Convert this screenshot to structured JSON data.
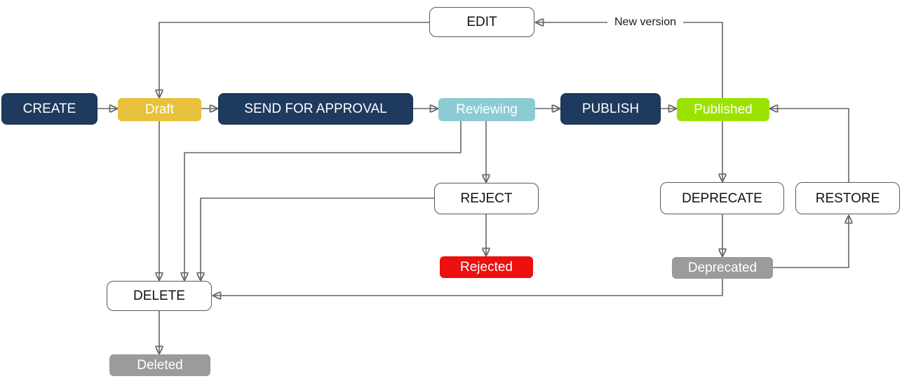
{
  "diagram": {
    "description": "Document lifecycle state diagram",
    "nodes": {
      "create": {
        "label": "CREATE",
        "kind": "action"
      },
      "draft": {
        "label": "Draft",
        "kind": "state"
      },
      "send_for_approval": {
        "label": "SEND FOR APPROVAL",
        "kind": "action"
      },
      "reviewing": {
        "label": "Reviewing",
        "kind": "state"
      },
      "publish": {
        "label": "PUBLISH",
        "kind": "action"
      },
      "published": {
        "label": "Published",
        "kind": "state"
      },
      "edit": {
        "label": "EDIT",
        "kind": "action"
      },
      "reject": {
        "label": "REJECT",
        "kind": "action"
      },
      "rejected": {
        "label": "Rejected",
        "kind": "state"
      },
      "deprecate": {
        "label": "DEPRECATE",
        "kind": "action"
      },
      "restore": {
        "label": "RESTORE",
        "kind": "action"
      },
      "deprecated": {
        "label": "Deprecated",
        "kind": "state"
      },
      "delete": {
        "label": "DELETE",
        "kind": "action"
      },
      "deleted": {
        "label": "Deleted",
        "kind": "state"
      }
    },
    "edge_labels": {
      "new_version": "New version"
    },
    "edges": [
      {
        "from": "create",
        "to": "draft",
        "label": ""
      },
      {
        "from": "draft",
        "to": "send_for_approval",
        "label": ""
      },
      {
        "from": "send_for_approval",
        "to": "reviewing",
        "label": ""
      },
      {
        "from": "reviewing",
        "to": "publish",
        "label": ""
      },
      {
        "from": "publish",
        "to": "published",
        "label": ""
      },
      {
        "from": "published",
        "to": "edit",
        "label": "New version"
      },
      {
        "from": "edit",
        "to": "draft",
        "label": ""
      },
      {
        "from": "draft",
        "to": "delete",
        "label": ""
      },
      {
        "from": "reviewing",
        "to": "delete",
        "label": ""
      },
      {
        "from": "reviewing",
        "to": "reject",
        "label": ""
      },
      {
        "from": "reject",
        "to": "delete",
        "label": ""
      },
      {
        "from": "reject",
        "to": "rejected",
        "label": ""
      },
      {
        "from": "published",
        "to": "deprecate",
        "label": ""
      },
      {
        "from": "deprecate",
        "to": "deprecated",
        "label": ""
      },
      {
        "from": "deprecated",
        "to": "restore",
        "label": ""
      },
      {
        "from": "restore",
        "to": "published",
        "label": ""
      },
      {
        "from": "deprecated",
        "to": "delete",
        "label": ""
      },
      {
        "from": "delete",
        "to": "deleted",
        "label": ""
      }
    ],
    "colors": {
      "action_bg": "#1F3A5F",
      "draft_bg": "#E8C23C",
      "reviewing_bg": "#8CCBD4",
      "published_bg": "#9CE201",
      "rejected_bg": "#EC1010",
      "gray_state_bg": "#9B9B9B",
      "plain_node_bg": "#FFFFFF",
      "plain_node_border": "#595959",
      "connector": "#666666",
      "text_on_color": "#FFFFFF",
      "text_on_plain": "#111111"
    }
  }
}
